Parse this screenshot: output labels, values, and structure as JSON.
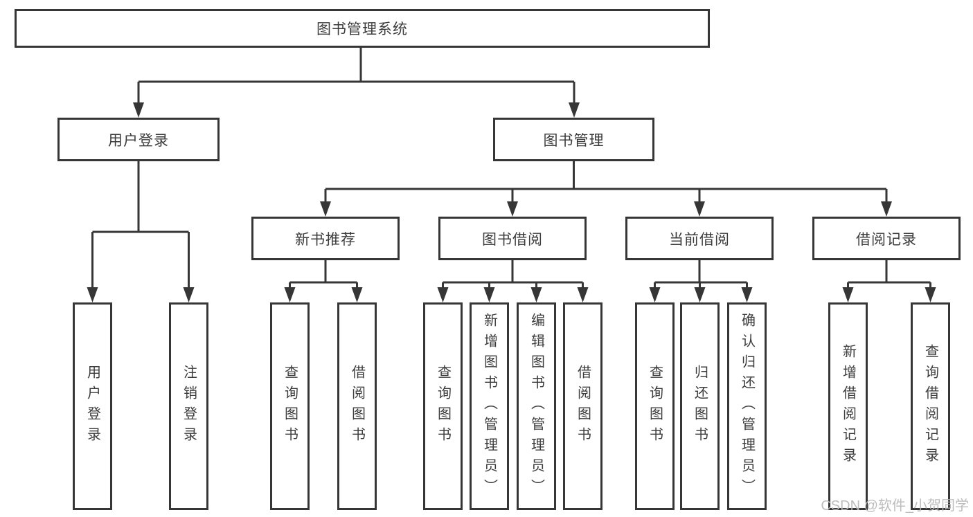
{
  "diagram": {
    "root": "图书管理系统",
    "nodes": [
      {
        "label": "用户登录",
        "leaves": [
          "用户登录",
          "注销登录"
        ]
      },
      {
        "label": "图书管理",
        "sections": [
          {
            "label": "新书推荐",
            "leaves": [
              "查询图书",
              "借阅图书"
            ]
          },
          {
            "label": "图书借阅",
            "leaves": [
              "查询图书",
              "新增图书（管理员）",
              "编辑图书（管理员）",
              "借阅图书"
            ]
          },
          {
            "label": "当前借阅",
            "leaves": [
              "查询图书",
              "归还图书",
              "确认归还（管理员）"
            ]
          },
          {
            "label": "借阅记录",
            "leaves": [
              "新增借阅记录",
              "查询借阅记录"
            ]
          }
        ]
      }
    ]
  },
  "colors": {
    "line": "#363636",
    "text": "#3c3c3c",
    "watermark": "#b9b9b9",
    "background": "#ffffff"
  },
  "watermark": "CSDN @软件_小贺同学"
}
